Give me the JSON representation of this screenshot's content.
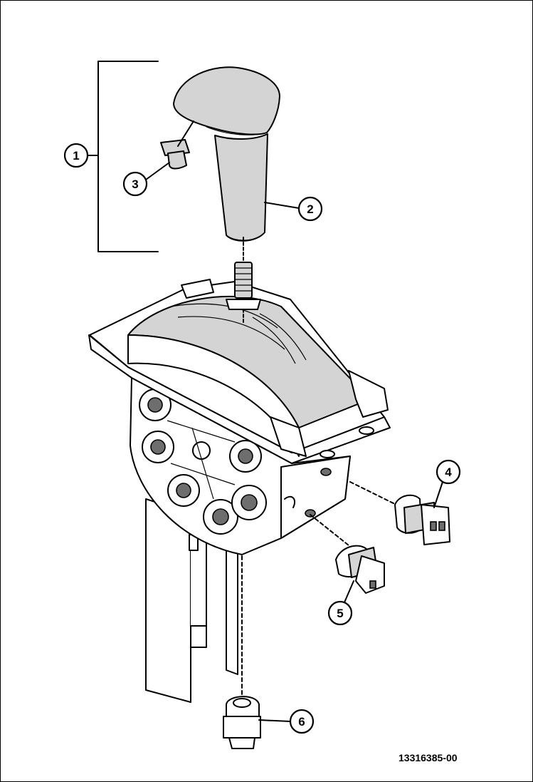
{
  "callouts": [
    {
      "label": "1"
    },
    {
      "label": "2"
    },
    {
      "label": "3"
    },
    {
      "label": "4"
    },
    {
      "label": "5"
    },
    {
      "label": "6"
    }
  ],
  "figure_id": "13316385-00",
  "colors": {
    "line": "#000000",
    "shade": "#d4d4d4",
    "background": "#ffffff"
  }
}
